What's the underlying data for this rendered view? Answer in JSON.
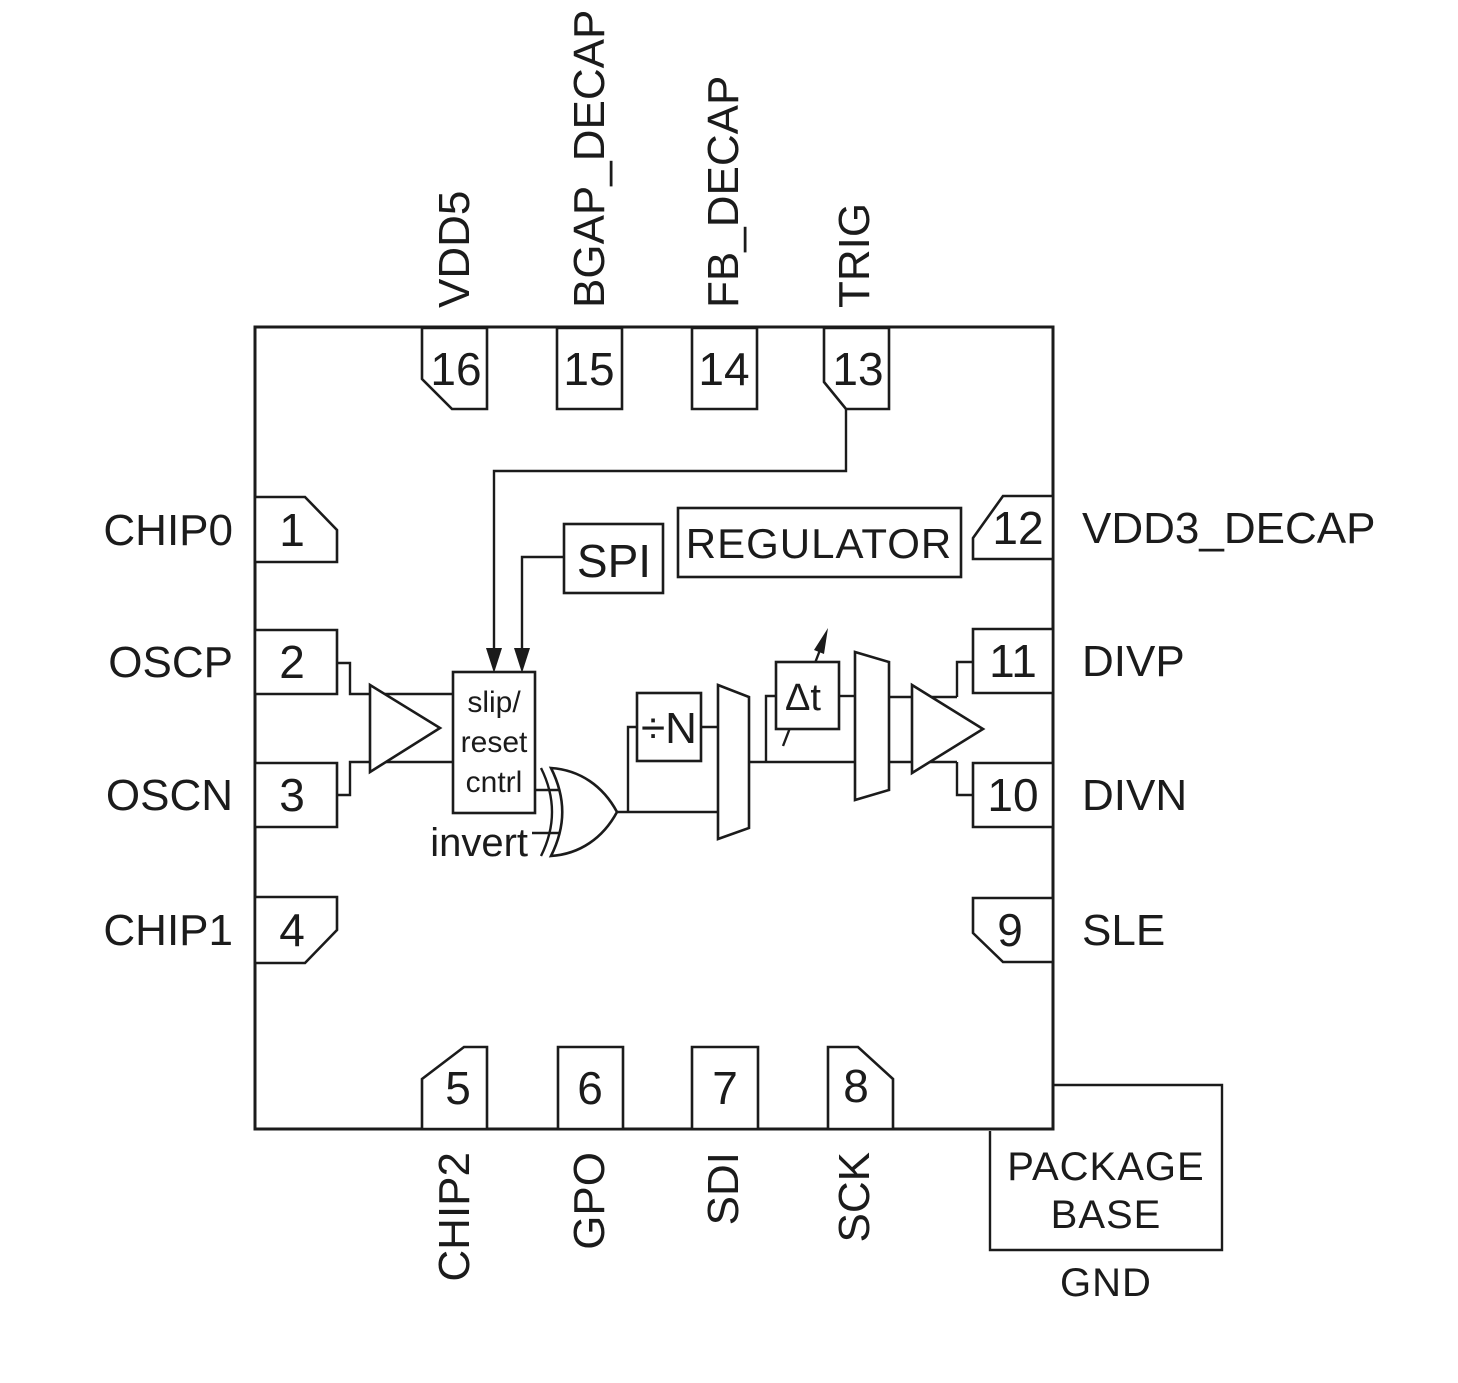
{
  "diagram": {
    "title": "16-pin IC functional block / pinout diagram",
    "pins": {
      "top": [
        {
          "num": "16",
          "label": "VDD5"
        },
        {
          "num": "15",
          "label": "BGAP_DECAP"
        },
        {
          "num": "14",
          "label": "FB_DECAP"
        },
        {
          "num": "13",
          "label": "TRIG"
        }
      ],
      "left": [
        {
          "num": "1",
          "label": "CHIP0"
        },
        {
          "num": "2",
          "label": "OSCP"
        },
        {
          "num": "3",
          "label": "OSCN"
        },
        {
          "num": "4",
          "label": "CHIP1"
        }
      ],
      "right": [
        {
          "num": "12",
          "label": "VDD3_DECAP"
        },
        {
          "num": "11",
          "label": "DIVP"
        },
        {
          "num": "10",
          "label": "DIVN"
        },
        {
          "num": "9",
          "label": "SLE"
        }
      ],
      "bottom": [
        {
          "num": "5",
          "label": "CHIP2"
        },
        {
          "num": "6",
          "label": "GPO"
        },
        {
          "num": "7",
          "label": "SDI"
        },
        {
          "num": "8",
          "label": "SCK"
        }
      ]
    },
    "blocks": {
      "spi": "SPI",
      "regulator": "REGULATOR",
      "slip_reset_line1": "slip/",
      "slip_reset_line2": "reset",
      "slip_reset_line3": "cntrl",
      "divider": "÷N",
      "delay": "Δt",
      "invert_label": "invert",
      "package_base_line1": "PACKAGE",
      "package_base_line2": "BASE",
      "gnd_label": "GND"
    },
    "colors": {
      "line": "#1b1b1b",
      "background": "#ffffff"
    }
  }
}
